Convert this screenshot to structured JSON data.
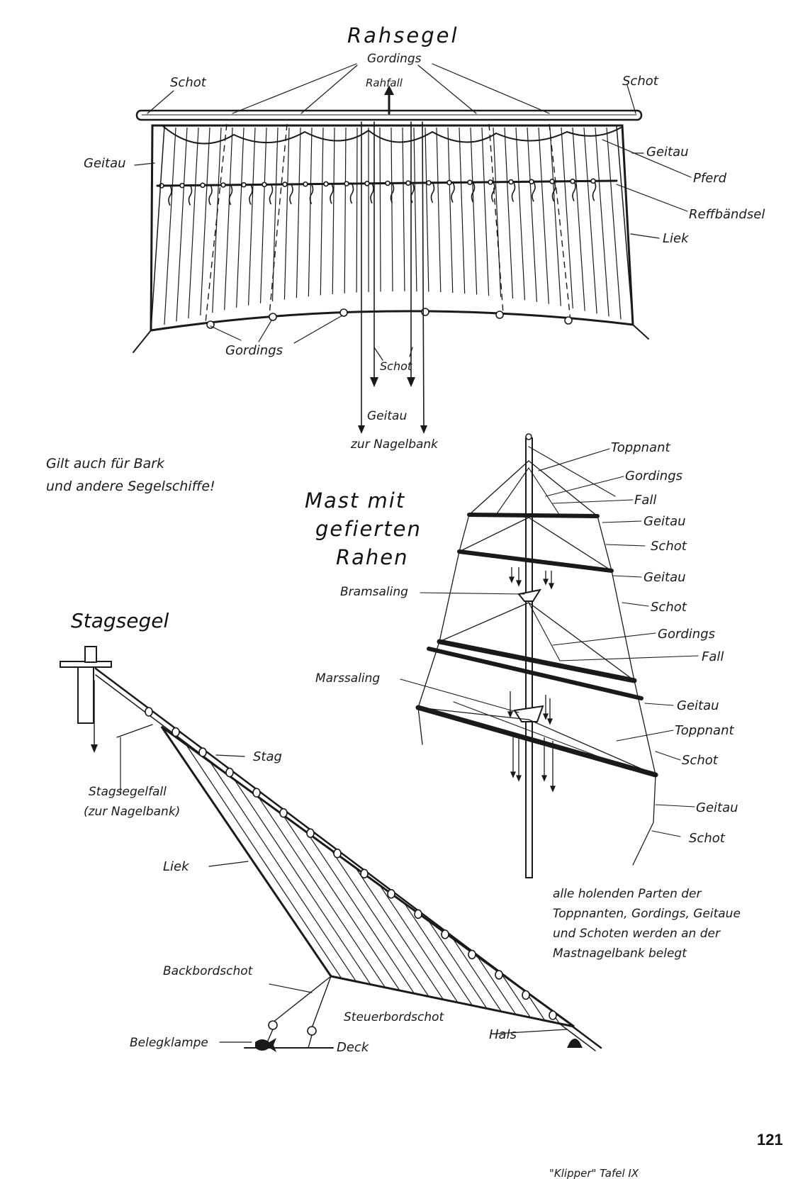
{
  "rahsegel": {
    "title": "Rahsegel",
    "gordings_top": "Gordings",
    "rahfall": "Rahfall",
    "schot_left": "Schot",
    "schot_right": "Schot",
    "geitau_left": "Geitau",
    "geitau_right": "Geitau",
    "pferd": "Pferd",
    "reffbaendsel": "Reffbändsel",
    "liek": "Liek",
    "gordings_bottom": "Gordings",
    "schot_bottom": "Schot",
    "geitau_bottom": "Geitau",
    "nagelbank": "zur Nagelbank"
  },
  "note_bark": [
    "Gilt auch für Bark",
    "und andere  Segelschiffe!"
  ],
  "mast": {
    "title": [
      "Mast mit",
      "gefierten",
      "Rahen"
    ],
    "bramsaling": "Bramsaling",
    "marssaling": "Marssaling",
    "labels": [
      "Toppnant",
      "Gordings",
      "Fall",
      "Geitau",
      "Schot",
      "Geitau",
      "Schot",
      "Gordings",
      "Fall",
      "Geitau",
      "Toppnant",
      "Schot",
      "Geitau",
      "Schot"
    ],
    "note": [
      "alle holenden Parten der",
      "Toppnanten, Gordings, Geitaue",
      "und Schoten  werden an der",
      "Mastnagelbank belegt"
    ]
  },
  "stagsegel": {
    "title": "Stagsegel",
    "stag": "Stag",
    "fall": [
      "Stagsegelfall",
      "(zur Nagelbank)"
    ],
    "liek": "Liek",
    "backbordschot": "Backbordschot",
    "steuerbordschot": "Steuerbordschot",
    "belegklampe": "Belegklampe",
    "deck": "Deck",
    "hals": "Hals"
  },
  "page_number": "121",
  "footer": "\"Klipper\"    Tafel IX"
}
